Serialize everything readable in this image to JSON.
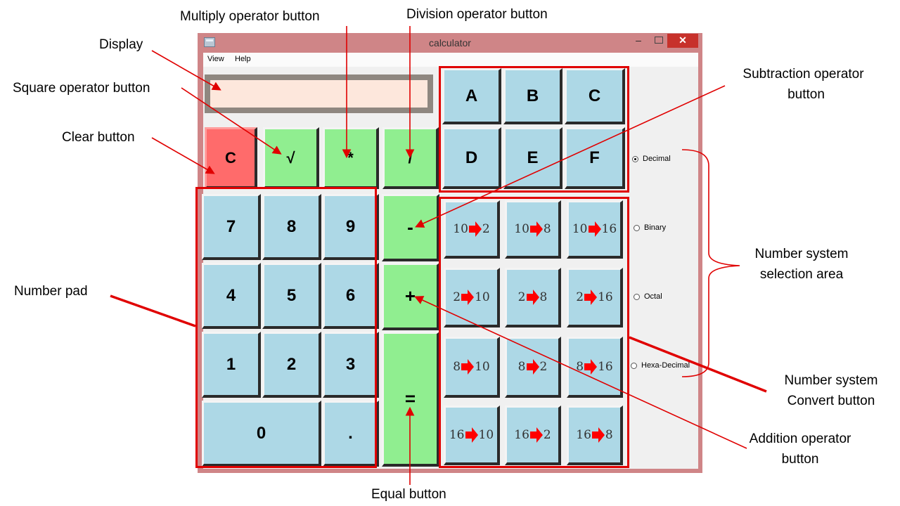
{
  "window": {
    "title": "calculator",
    "controls": {
      "minimize": "–",
      "close": "✕"
    }
  },
  "menu": {
    "items": [
      "View",
      "Help"
    ]
  },
  "display": {
    "value": ""
  },
  "buttons": {
    "clear": "C",
    "sqrt": "√",
    "multiply": "*",
    "divide": "/",
    "subtract": "-",
    "add": "+",
    "equals": "=",
    "digits": [
      "7",
      "8",
      "9",
      "4",
      "5",
      "6",
      "1",
      "2",
      "3"
    ],
    "zero": "0",
    "dot": ".",
    "hex": [
      "A",
      "B",
      "C",
      "D",
      "E",
      "F"
    ]
  },
  "converters": [
    {
      "from": "10",
      "to": "2"
    },
    {
      "from": "10",
      "to": "8"
    },
    {
      "from": "10",
      "to": "16"
    },
    {
      "from": "2",
      "to": "10"
    },
    {
      "from": "2",
      "to": "8"
    },
    {
      "from": "2",
      "to": "16"
    },
    {
      "from": "8",
      "to": "10"
    },
    {
      "from": "8",
      "to": "2"
    },
    {
      "from": "8",
      "to": "16"
    },
    {
      "from": "16",
      "to": "10"
    },
    {
      "from": "16",
      "to": "2"
    },
    {
      "from": "16",
      "to": "8"
    }
  ],
  "number_systems": [
    {
      "label": "Decimal",
      "selected": true
    },
    {
      "label": "Binary",
      "selected": false
    },
    {
      "label": "Octal",
      "selected": false
    },
    {
      "label": "Hexa-Decimal",
      "selected": false
    }
  ],
  "annotations": {
    "display": "Display",
    "square": "Square operator button",
    "clear": "Clear button",
    "multiply": "Multiply operator  button",
    "division": "Division operator  button",
    "subtraction_1": "Subtraction operator",
    "subtraction_2": "button",
    "number_pad": "Number pad",
    "ns_selection_1": "Number system",
    "ns_selection_2": "selection area",
    "ns_convert_1": "Number system",
    "ns_convert_2": "Convert button",
    "addition_1": "Addition operator",
    "addition_2": "button",
    "equal": "Equal button"
  },
  "colors": {
    "number_button": "#add8e6",
    "operator_button": "#90ee90",
    "clear_button": "#ff6b6b",
    "display_bg": "#fde7dc",
    "annotation": "#e00000",
    "arrow_fill": "#ff0000"
  }
}
